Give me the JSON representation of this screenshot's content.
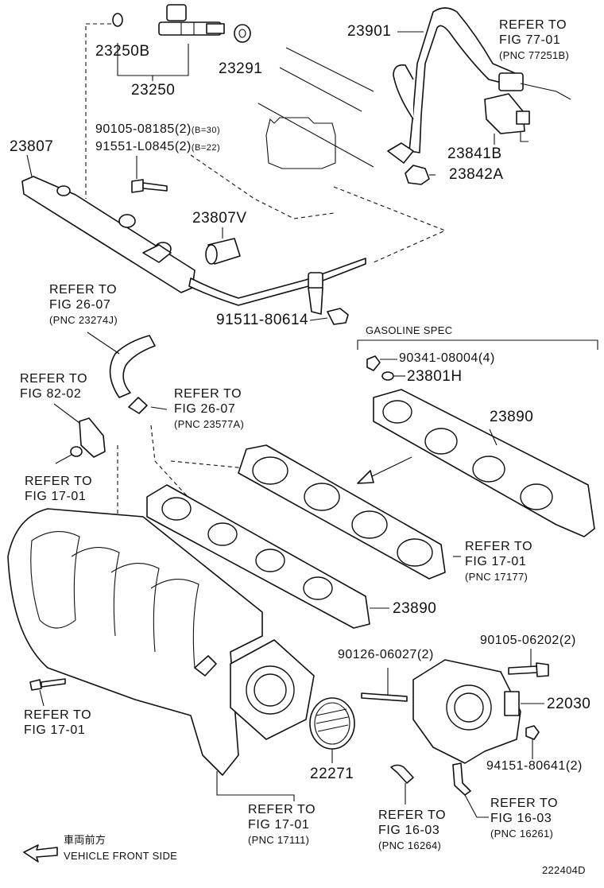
{
  "parts": {
    "p23250b": "23250B",
    "p23250": "23250",
    "p23291": "23291",
    "p23901": "23901",
    "p23807": "23807",
    "bolt1": "90105-08185(2)",
    "bolt1_note": "(B=30)",
    "bolt2": "91551-L0845(2)",
    "bolt2_note": "(B=22)",
    "p23807v": "23807V",
    "p23841b": "23841B",
    "p23842a": "23842A",
    "p91511": "91511-80614",
    "p90341": "90341-08004(4)",
    "p23801h": "23801H",
    "p23890_top": "23890",
    "p23890_bottom": "23890",
    "p90126": "90126-06027(2)",
    "p90105b": "90105-06202(2)",
    "p22030": "22030",
    "p94151": "94151-80641(2)",
    "p22271": "22271"
  },
  "refs": {
    "r77": {
      "l1": "REFER TO",
      "l2": "FIG 77-01",
      "pnc": "(PNC 77251B)"
    },
    "r26a": {
      "l1": "REFER TO",
      "l2": "FIG 26-07",
      "pnc": "(PNC 23274J)"
    },
    "r82": {
      "l1": "REFER TO",
      "l2": "FIG 82-02"
    },
    "r26b": {
      "l1": "REFER TO",
      "l2": "FIG 26-07",
      "pnc": "(PNC 23577A)"
    },
    "r17a": {
      "l1": "REFER TO",
      "l2": "FIG 17-01"
    },
    "r17b": {
      "l1": "REFER TO",
      "l2": "FIG 17-01",
      "pnc": "(PNC 17177)"
    },
    "r17c": {
      "l1": "REFER TO",
      "l2": "FIG 17-01"
    },
    "r17d": {
      "l1": "REFER TO",
      "l2": "FIG 17-01",
      "pnc": "(PNC 17111)"
    },
    "r16a": {
      "l1": "REFER TO",
      "l2": "FIG 16-03",
      "pnc": "(PNC 16264)"
    },
    "r16b": {
      "l1": "REFER TO",
      "l2": "FIG 16-03",
      "pnc": "(PNC 16261)"
    }
  },
  "gasoline_spec": "GASOLINE SPEC",
  "vehicle_front_jp": "車両前方",
  "vehicle_front": "VEHICLE FRONT SIDE",
  "diagram_id": "222404D"
}
